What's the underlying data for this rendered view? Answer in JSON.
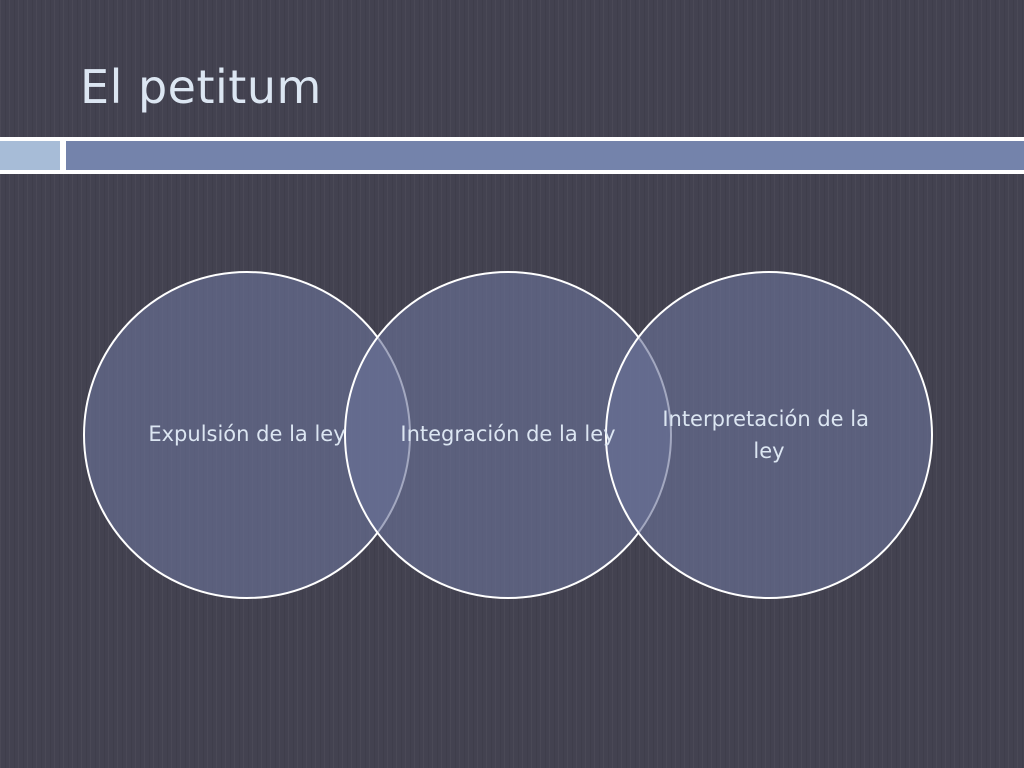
{
  "slide": {
    "title": "El petitum"
  },
  "diagram": {
    "type": "venn",
    "circles": [
      {
        "label_lines": [
          "Expulsión de la ley"
        ]
      },
      {
        "label_lines": [
          "Integración de la ley"
        ]
      },
      {
        "label_lines": [
          "Interpretación de la",
          "ley"
        ]
      }
    ]
  },
  "colors": {
    "background": "#434250",
    "title_text": "#dce6f2",
    "header_band_left": "#a7bcd7",
    "header_band_right": "#7483ab",
    "circle_fill": "#6a7299",
    "circle_stroke": "#ffffff"
  }
}
